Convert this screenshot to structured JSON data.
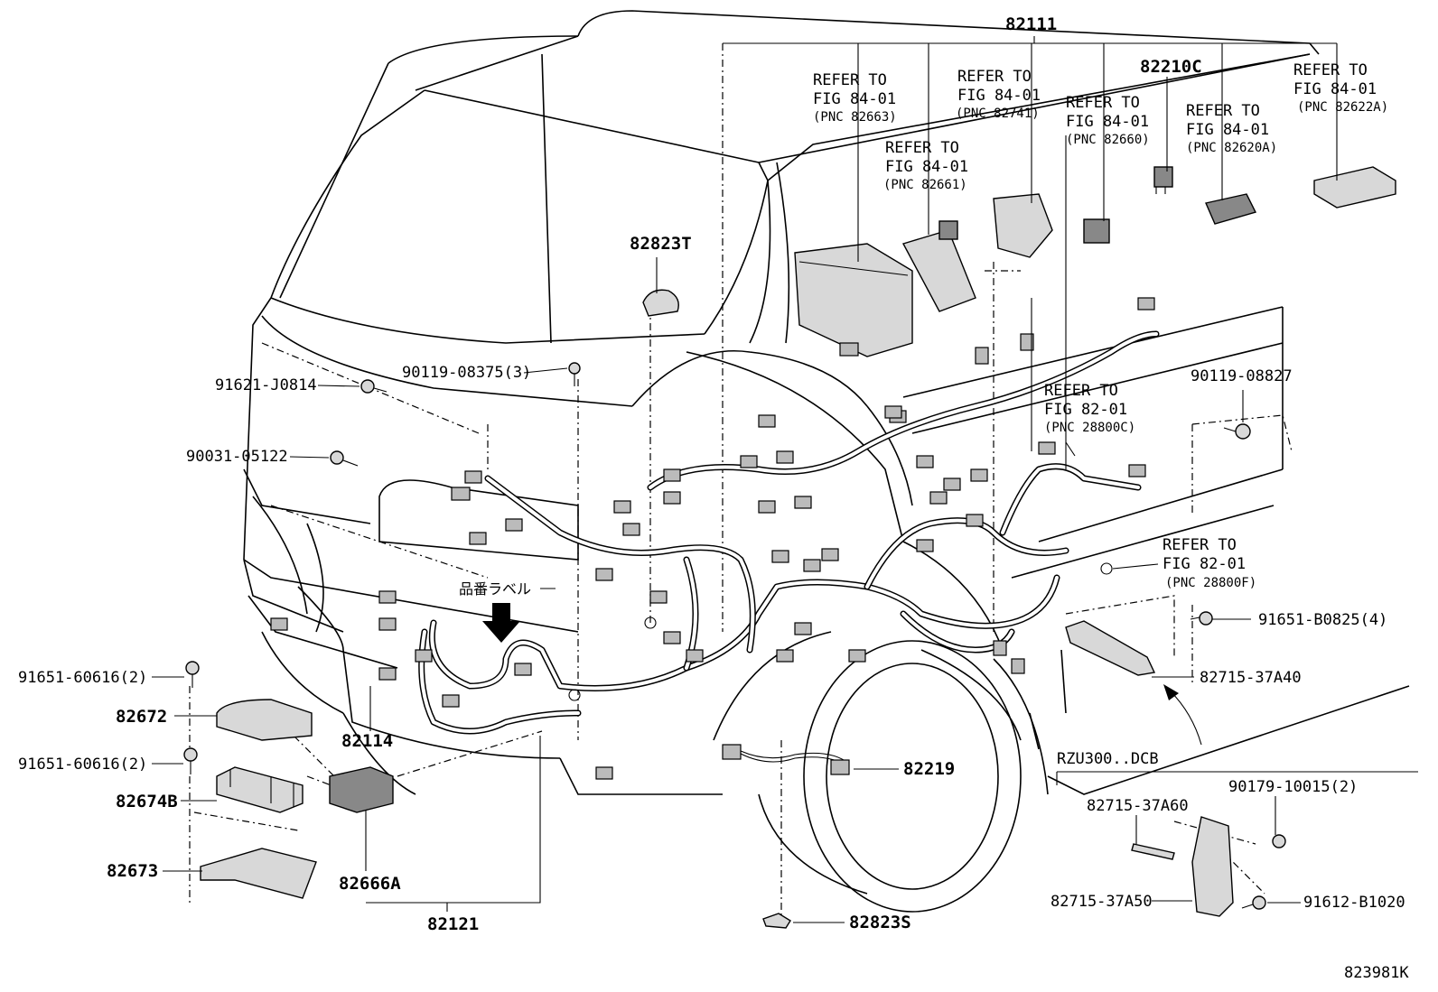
{
  "labels": {
    "p82111": "82111",
    "p82210c": "82210C",
    "p82823t": "82823T",
    "p90119_08375": "90119-08375(3)",
    "p91621_j0814": "91621-J0814",
    "p90031_05122": "90031-05122",
    "p90119_08827": "90119-08827",
    "p91651_b0825": "91651-B0825(4)",
    "p82715_37a40": "82715-37A40",
    "p91651_60616_a": "91651-60616(2)",
    "p82672": "82672",
    "p82114": "82114",
    "p91651_60616_b": "91651-60616(2)",
    "p82674b": "82674B",
    "p82673": "82673",
    "p82666a": "82666A",
    "p82121": "82121",
    "p82219": "82219",
    "p82823s": "82823S",
    "p82715_37a60": "82715-37A60",
    "p90179_10015": "90179-10015(2)",
    "p82715_37a50": "82715-37A50",
    "p91612_b1020": "91612-B1020",
    "variant": "RZU300..DCB",
    "drawing_no": "823981K",
    "part_label_jp": "品番ラベル"
  },
  "refs": {
    "r1": {
      "l1": "REFER TO",
      "l2": "FIG 84-01",
      "l3": "(PNC 82663)"
    },
    "r2": {
      "l1": "REFER TO",
      "l2": "FIG 84-01",
      "l3": "(PNC 82741)"
    },
    "r3": {
      "l1": "REFER TO",
      "l2": "FIG 84-01",
      "l3": "(PNC 82661)"
    },
    "r4": {
      "l1": "REFER TO",
      "l2": "FIG 84-01",
      "l3": "(PNC 82660)"
    },
    "r5": {
      "l1": "REFER TO",
      "l2": "FIG 84-01",
      "l3": "(PNC 82620A)"
    },
    "r6": {
      "l1": "REFER TO",
      "l2": "FIG 84-01",
      "l3": "(PNC 82622A)"
    },
    "r7": {
      "l1": "REFER TO",
      "l2": "FIG 82-01",
      "l3": "(PNC 28800C)"
    },
    "r8": {
      "l1": "REFER TO",
      "l2": "FIG 82-01",
      "l3": "(PNC 28800F)"
    }
  }
}
